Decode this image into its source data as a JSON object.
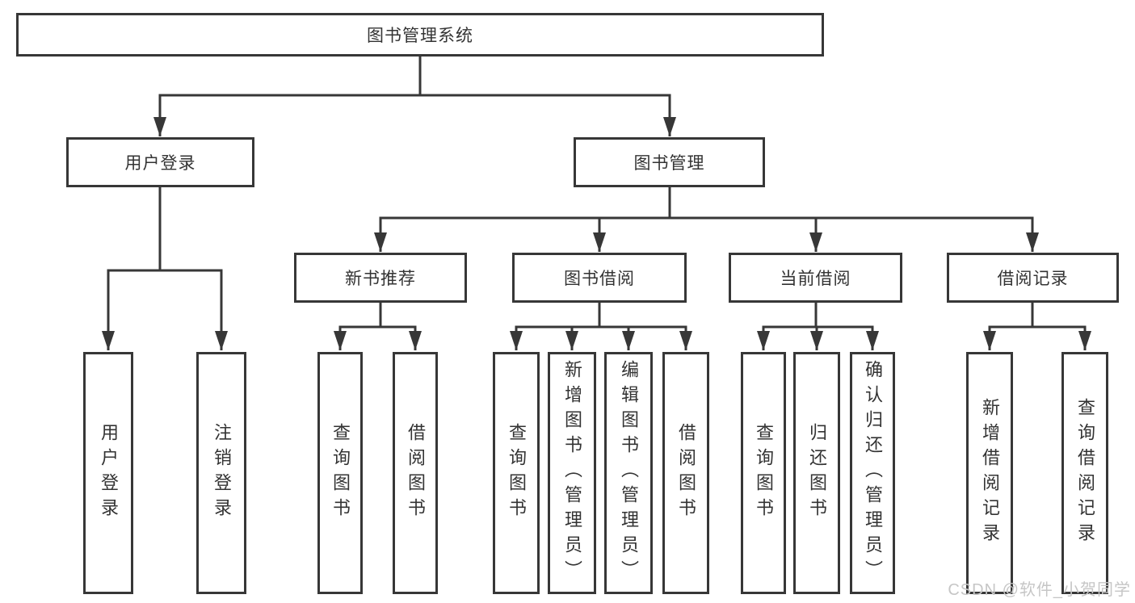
{
  "diagram": {
    "type": "hierarchy-tree",
    "colors": {
      "line": "#373737",
      "border": "#373737",
      "text": "#333333",
      "background": "#ffffff",
      "watermark_text_color": "#c6c6c6"
    },
    "tree": {
      "label": "图书管理系统",
      "children": [
        {
          "label": "用户登录",
          "children": [
            {
              "label": "用户登录"
            },
            {
              "label": "注销登录"
            }
          ]
        },
        {
          "label": "图书管理",
          "children": [
            {
              "label": "新书推荐",
              "children": [
                {
                  "label": "查询图书"
                },
                {
                  "label": "借阅图书"
                }
              ]
            },
            {
              "label": "图书借阅",
              "children": [
                {
                  "label": "查询图书"
                },
                {
                  "label": "新增图书（管理员）"
                },
                {
                  "label": "编辑图书（管理员）"
                },
                {
                  "label": "借阅图书"
                }
              ]
            },
            {
              "label": "当前借阅",
              "children": [
                {
                  "label": "查询图书"
                },
                {
                  "label": "归还图书"
                },
                {
                  "label": "确认归还（管理员）"
                }
              ]
            },
            {
              "label": "借阅记录",
              "children": [
                {
                  "label": "新增借阅记录"
                },
                {
                  "label": "查询借阅记录"
                }
              ]
            }
          ]
        }
      ]
    },
    "watermark": "CSDN @软件_小贺同学"
  }
}
